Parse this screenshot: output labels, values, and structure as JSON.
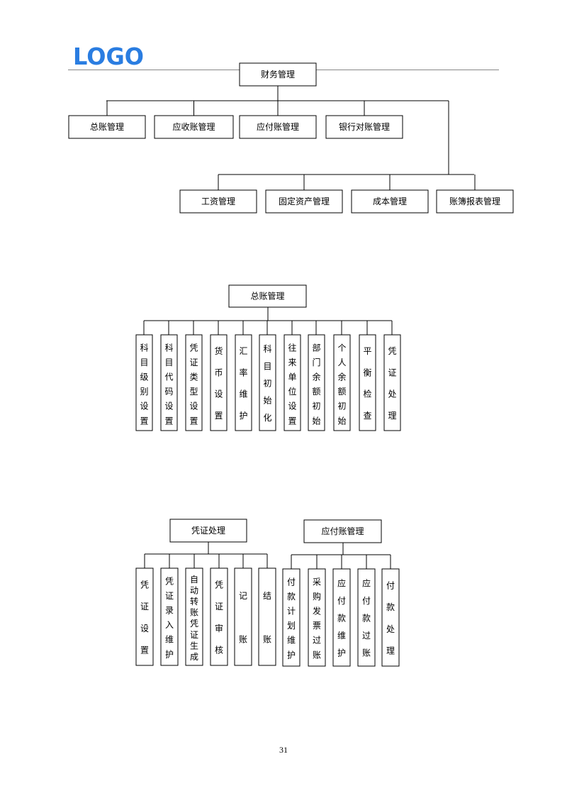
{
  "header": {
    "logo_text": "LOGO",
    "logo_color": "#2a7de1"
  },
  "tree1": {
    "root": "财务管理",
    "row1": [
      "总账管理",
      "应收账管理",
      "应付账管理",
      "银行对账管理"
    ],
    "row2": [
      "工资管理",
      "固定资产管理",
      "成本管理",
      "账簿报表管理"
    ]
  },
  "tree2": {
    "root": "总账管理",
    "children": [
      [
        "科",
        "目",
        "级",
        "别",
        "设",
        "置"
      ],
      [
        "科",
        "目",
        "代",
        "码",
        "设",
        "置"
      ],
      [
        "凭",
        "证",
        "类",
        "型",
        "设",
        "置"
      ],
      [
        "货",
        "币",
        "设",
        "置"
      ],
      [
        "汇",
        "率",
        "维",
        "护"
      ],
      [
        "科",
        "目",
        "初",
        "始",
        "化"
      ],
      [
        "往",
        "来",
        "单",
        "位",
        "设",
        "置"
      ],
      [
        "部",
        "门",
        "余",
        "额",
        "初",
        "始"
      ],
      [
        "个",
        "人",
        "余",
        "额",
        "初",
        "始"
      ],
      [
        "平",
        "衡",
        "检",
        "查"
      ],
      [
        "凭",
        "证",
        "处",
        "理"
      ]
    ]
  },
  "tree3": {
    "root": "凭证处理",
    "children": [
      [
        "凭",
        "证",
        "设",
        "置"
      ],
      [
        "凭",
        "证",
        "录",
        "入",
        "维",
        "护"
      ],
      [
        "自",
        "动",
        "转",
        "账",
        "凭",
        "证",
        "生",
        "成"
      ],
      [
        "凭",
        "证",
        "审",
        "核"
      ],
      [
        "记",
        "账"
      ],
      [
        "结",
        "账"
      ]
    ]
  },
  "tree4": {
    "root": "应付账管理",
    "children": [
      [
        "付",
        "款",
        "计",
        "划",
        "维",
        "护"
      ],
      [
        "采",
        "购",
        "发",
        "票",
        "过",
        "账"
      ],
      [
        "应",
        "付",
        "款",
        "维",
        "护"
      ],
      [
        "应",
        "付",
        "款",
        "过",
        "账"
      ],
      [
        "付",
        "款",
        "处",
        "理"
      ]
    ]
  },
  "footer": {
    "page_number": "31"
  }
}
